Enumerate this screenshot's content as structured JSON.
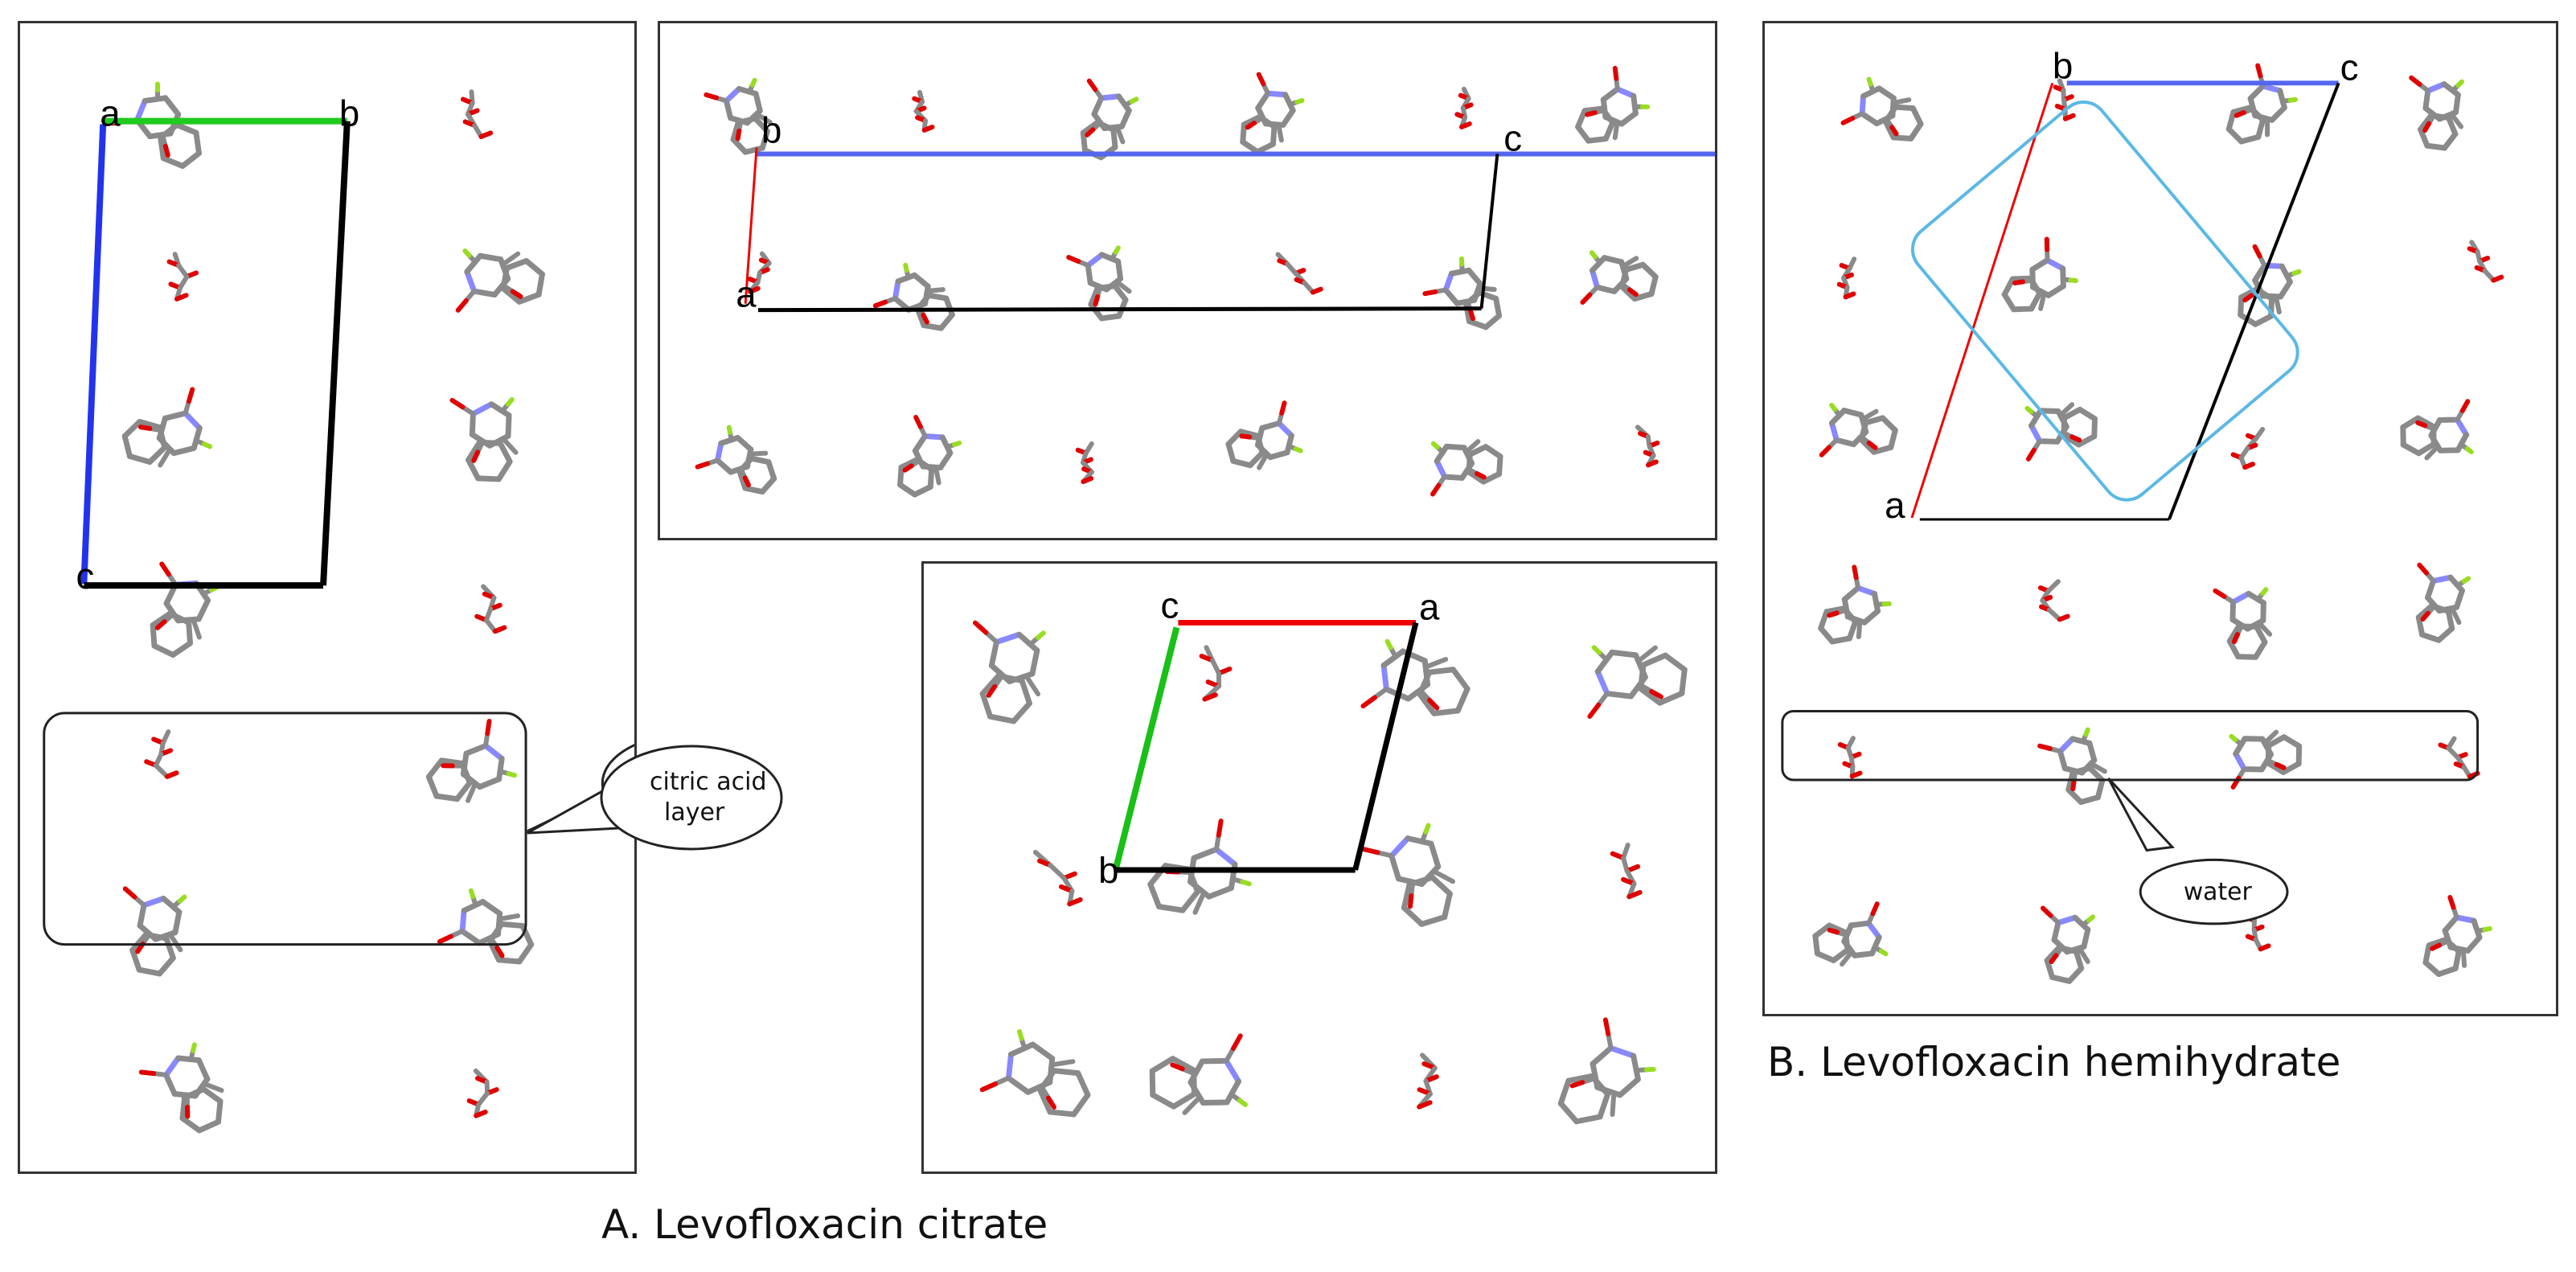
{
  "figure": {
    "captions": {
      "citrate": "A. Levofloxacin citrate",
      "hemihydrate": "B. Levofloxacin hemihydrate"
    },
    "callouts": {
      "citric_line1": "citric acid",
      "citric_line2": "layer",
      "water": "water"
    },
    "axis_labels": {
      "a": "a",
      "b": "b",
      "c": "c"
    },
    "colors": {
      "axis_a": "#ff0000",
      "axis_b": "#00cc00",
      "axis_c": "#3333ff",
      "cell_edge": "#000000",
      "highlight": "#5bb8e6",
      "carbon": "#8a8a8a",
      "oxygen": "#e00000",
      "nitrogen": "#8888ff",
      "fluorine": "#99dd22"
    }
  }
}
